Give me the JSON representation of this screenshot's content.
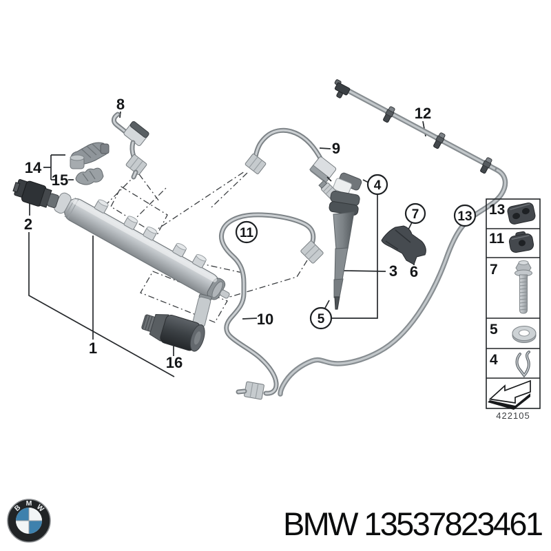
{
  "diagram": {
    "sheet_id": "422105",
    "callouts": {
      "c1": "1",
      "c2": "2",
      "c3": "3",
      "c4": "4",
      "c5": "5",
      "c6": "6",
      "c7": "7",
      "c8": "8",
      "c9": "9",
      "c10": "10",
      "c11": "11",
      "c12": "12",
      "c13": "13",
      "c14": "14",
      "c15": "15",
      "c16": "16"
    },
    "legend": {
      "items": [
        {
          "label": "13",
          "icon": "grommet-two-hole-icon"
        },
        {
          "label": "11",
          "icon": "grommet-one-hole-icon"
        },
        {
          "label": "7",
          "icon": "flange-bolt-icon"
        },
        {
          "label": "5",
          "icon": "washer-icon"
        },
        {
          "label": "4",
          "icon": "spring-clip-icon"
        },
        {
          "label": "",
          "icon": "direction-arrow-icon"
        }
      ]
    }
  },
  "footer": {
    "part_label": "BMW 13537823461",
    "logo_letters": {
      "b": "B",
      "m": "M",
      "w": "W"
    }
  },
  "colors": {
    "bmw_blue": "#3e81ad",
    "part_gray": "#b6bbc0",
    "dark_part": "#3f4449",
    "line": "#26292c"
  }
}
